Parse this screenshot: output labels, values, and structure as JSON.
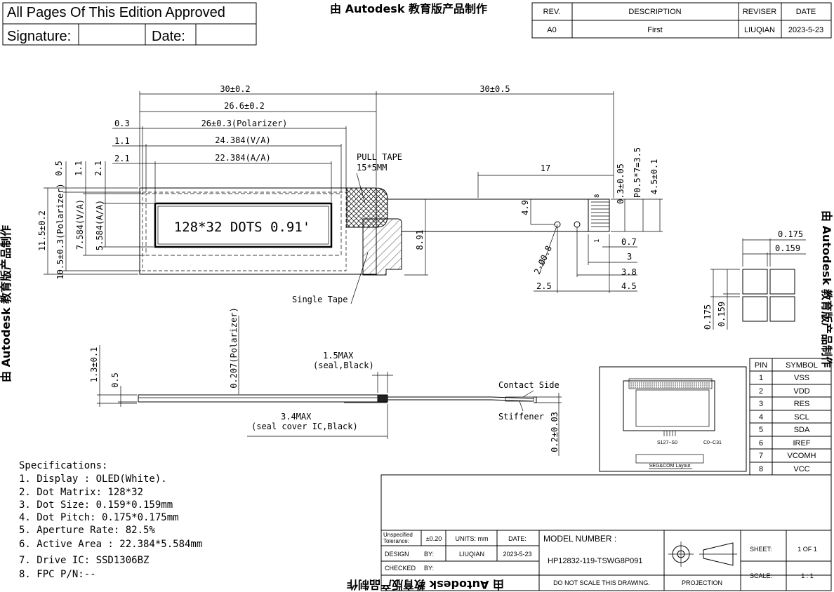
{
  "approval": {
    "header": "All Pages Of This Edition Approved",
    "signature_label": "Signature:",
    "date_label": "Date:"
  },
  "revision_table": {
    "headers": [
      "REV.",
      "DESCRIPTION",
      "REVISER",
      "DATE"
    ],
    "row": [
      "A0",
      "First",
      "LIUQIAN",
      "2023-5-23"
    ]
  },
  "watermarks": {
    "top": "由 Autodesk 教育版产品制作",
    "bottom": "由 Autodesk 教育版产品制作",
    "left": "由 Autodesk 教育版产品制作",
    "right": "由 Autodesk 教育版产品制作"
  },
  "front_view": {
    "display_text": "128*32 DOTS 0.91'",
    "dims_horizontal": [
      "30±0.2",
      "26.6±0.2",
      "26±0.3(Polarizer)",
      "24.384(V/A)",
      "22.384(A/A)",
      "30±0.5",
      "17"
    ],
    "dims_small": [
      "0.3",
      "1.1",
      "2.1"
    ],
    "dims_vertical_left": [
      "0.5",
      "1.1",
      "2.1",
      "11.5±0.2",
      "10.5±0.3(Polarizer)",
      "7.584(V/A)",
      "5.584(A/A)"
    ],
    "pull_tape": [
      "PULL TAPE",
      "15*5MM"
    ],
    "single_tape": "Single Tape",
    "tail_dims": [
      "8.91",
      "4.9",
      "2-Ø0.8",
      "2.5",
      "0.3±0.05",
      "P0.5*7=3.5",
      "4.5±0.1",
      "0.7",
      "3",
      "3.8",
      "4.5"
    ],
    "pin_marks": [
      "8",
      "1"
    ]
  },
  "pixel_detail": {
    "dims": [
      "0.175",
      "0.159",
      "0.175",
      "0.159"
    ]
  },
  "side_view": {
    "dims": [
      "1.3±0.1",
      "0.5",
      "0.207(Polarizer)",
      "1.5MAX",
      "(seal,Black)",
      "3.4MAX",
      "(seal cover IC,Black)",
      "0.2±0.03"
    ],
    "contact_side": "Contact Side",
    "stiffener": "Stiffener"
  },
  "layout_box": {
    "seg_label": "S127~S0",
    "com_label": "C0~C31",
    "caption": "SEG&COM Layout"
  },
  "pin_table": {
    "headers": [
      "PIN",
      "SYMBOL"
    ],
    "rows": [
      [
        "1",
        "VSS"
      ],
      [
        "2",
        "VDD"
      ],
      [
        "3",
        "RES"
      ],
      [
        "4",
        "SCL"
      ],
      [
        "5",
        "SDA"
      ],
      [
        "6",
        "IREF"
      ],
      [
        "7",
        "VCOMH"
      ],
      [
        "8",
        "VCC"
      ]
    ]
  },
  "specifications": {
    "title": "Specifications:",
    "items": [
      "1. Display :  OLED(White).",
      "2. Dot Matrix:  128*32",
      "3. Dot Size:   0.159*0.159mm",
      "4. Dot Pitch:  0.175*0.175mm",
      "5. Aperture Rate:  82.5%",
      "6. Active Area : 22.384*5.584mm",
      "7. Drive IC: SSD1306BZ",
      "8. FPC P/N:--"
    ]
  },
  "title_block": {
    "tolerance_label": "Unspecified Tolerance:",
    "tolerance_line1": "Unspecified",
    "tolerance_line2": "Tolerance:",
    "tolerance_value": "±0.20",
    "units": "UNITS: mm",
    "date_label": "DATE:",
    "model_label": "MODEL NUMBER :",
    "model_number": "HP12832-119-TSWG8P091",
    "design_label": "DESIGN",
    "by_label": "BY:",
    "designer": "LIUQIAN",
    "design_date": "2023-5-23",
    "checked_label": "CHECKED",
    "checked_by": "BY:",
    "no_scale": "DO NOT SCALE THIS DRAWING.",
    "projection": "PROJECTION",
    "sheet_label": "SHEET:",
    "sheet_value": "1  OF  1",
    "scale_label": "SCALE:",
    "scale_value": "1 : 1"
  }
}
